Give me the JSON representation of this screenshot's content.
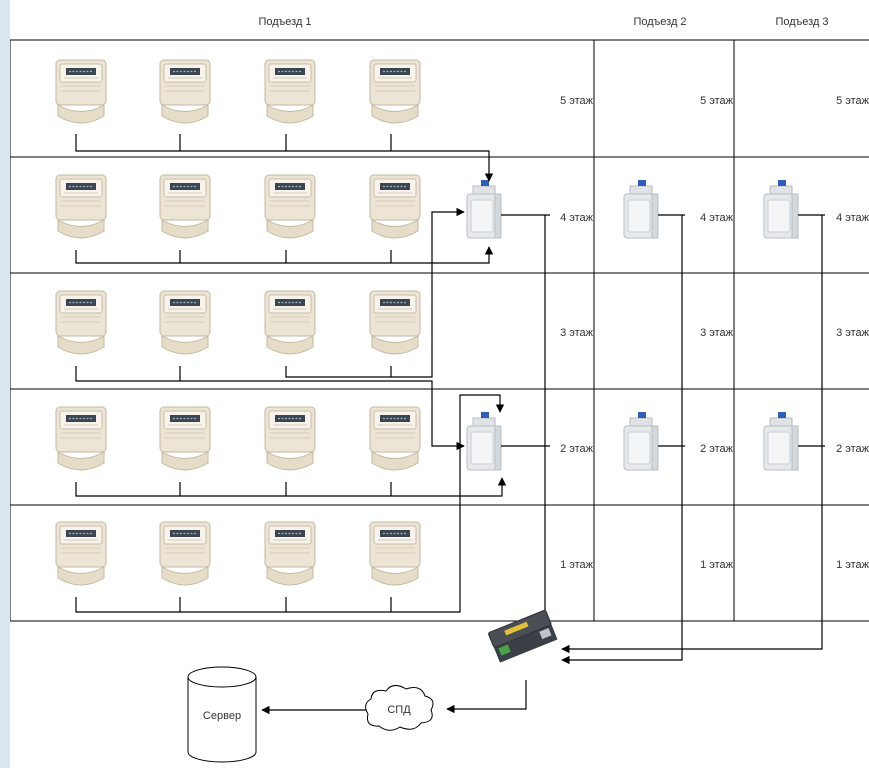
{
  "entrances": [
    {
      "label": "Подъезд 1"
    },
    {
      "label": "Подъезд 2"
    },
    {
      "label": "Подъезд 3"
    }
  ],
  "floors": [
    {
      "label": "5 этаж"
    },
    {
      "label": "4 этаж"
    },
    {
      "label": "3 этаж"
    },
    {
      "label": "2 этаж"
    },
    {
      "label": "1 этаж"
    }
  ],
  "devices": {
    "server_label": "Сервер",
    "network_label": "СПД",
    "meters_per_floor": [
      4,
      4,
      4,
      4,
      4
    ],
    "concentrators": [
      {
        "entrance": 1,
        "floor": "4 этаж"
      },
      {
        "entrance": 1,
        "floor": "2 этаж"
      },
      {
        "entrance": 2,
        "floor": "4 этаж"
      },
      {
        "entrance": 2,
        "floor": "2 этаж"
      },
      {
        "entrance": 3,
        "floor": "4 этаж"
      },
      {
        "entrance": 3,
        "floor": "2 этаж"
      }
    ]
  },
  "icons": {
    "meter": "electricity-meter-icon",
    "concentrator": "din-rail-module-icon",
    "gateway": "gateway-device-icon",
    "server": "database-cylinder-icon",
    "network": "cloud-icon"
  },
  "colors": {
    "background": "#dce6f2",
    "meter_body": "#ece4d4",
    "meter_display": "#3c4650",
    "module_body": "#e6e9ec",
    "module_accent": "#2f5fb8",
    "gateway_body": "#4a4f55"
  }
}
